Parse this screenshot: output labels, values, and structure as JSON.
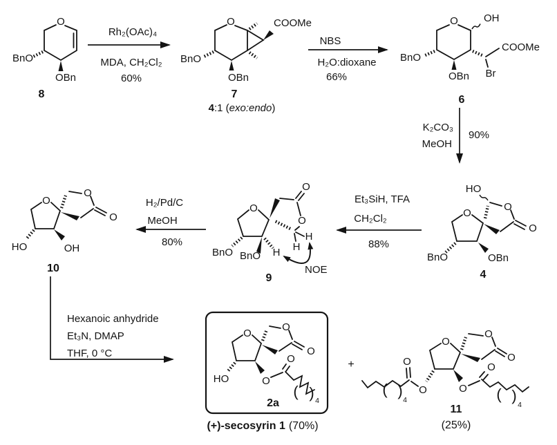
{
  "ink": "#141414",
  "background": "#ffffff",
  "plus": "+",
  "steps": {
    "s1": {
      "above": "Rh₂(OAc)₄",
      "below": "MDA, CH₂Cl₂",
      "yield": "60%"
    },
    "s2": {
      "above": "NBS",
      "below": "H₂O:dioxane",
      "yield": "66%"
    },
    "s3": {
      "reagent1": "K₂CO₃",
      "reagent2": "MeOH",
      "yield": "90%"
    },
    "s4": {
      "above1": "Et₃SiH, TFA",
      "above2": "CH₂Cl₂",
      "yield": "88%"
    },
    "s5": {
      "above1": "H₂/Pd/C",
      "above2": "MeOH",
      "yield": "80%"
    },
    "s6": {
      "line1": "Hexanoic anhydride",
      "line2": "Et₃N, DMAP",
      "line3": "THF, 0 °C"
    }
  },
  "compounds": {
    "c8": {
      "num": "8",
      "ring_o": "O",
      "bno": "BnO",
      "obn": "OBn"
    },
    "c7": {
      "num": "7",
      "ring_o": "O",
      "coome": "COOMe",
      "bno": "BnO",
      "obn": "OBn",
      "ratio": {
        "bold": "4",
        "mid": ":1 (",
        "italic": "exo:endo",
        "close": ")"
      }
    },
    "c6": {
      "num": "6",
      "ring_o": "O",
      "oh": "OH",
      "coome": "COOMe",
      "br": "Br",
      "bno": "BnO",
      "obn": "OBn"
    },
    "c4": {
      "num": "4",
      "ho": "HO",
      "furan_o": "O",
      "lactone_o": "O",
      "carbonyl_o": "O",
      "bno": "BnO",
      "obn": "OBn"
    },
    "c9": {
      "num": "9",
      "furan_o": "O",
      "lactone_o": "O",
      "carbonyl_o": "O",
      "h_a": "H",
      "h_b": "H",
      "h_c": "H",
      "bno_left": "BnO",
      "bno_right": "BnO",
      "noe": "NOE"
    },
    "c10": {
      "num": "10",
      "furan_o": "O",
      "lactone_o": "O",
      "carbonyl_o": "O",
      "ho": "HO",
      "oh": "OH"
    },
    "c2a": {
      "num": "2a",
      "furan_o": "O",
      "lactone_o": "O",
      "carbonyl_o": "O",
      "ho": "HO",
      "ester_o": "O",
      "ester_carbonyl_o": "O",
      "paren_open": "(",
      "paren_close": ")",
      "chain_sub": "4",
      "caption_name": "(+)-secosyrin 1",
      "caption_yield": "(70%)"
    },
    "c11": {
      "num": "11",
      "yield": "(25%)",
      "furan_o": "O",
      "lactone_o": "O",
      "carbonyl_o": "O",
      "ester_left_o": "O",
      "ester_left_carbonyl_o": "O",
      "ester_right_o": "O",
      "ester_right_carbonyl_o": "O",
      "paren_open_l": "(",
      "paren_close_l": ")",
      "sub_l": "4",
      "paren_open_r": "(",
      "paren_close_r": ")",
      "sub_r": "4"
    }
  }
}
